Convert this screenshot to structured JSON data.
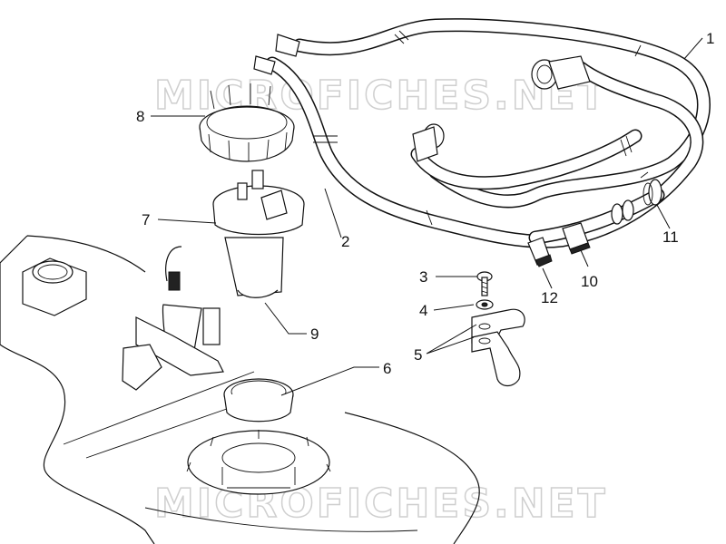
{
  "watermark": {
    "top": "MICROFICHES.NET",
    "bottom": "MICROFICHES.NET"
  },
  "callouts": [
    {
      "id": "1",
      "label": "1"
    },
    {
      "id": "2",
      "label": "2"
    },
    {
      "id": "3",
      "label": "3"
    },
    {
      "id": "4",
      "label": "4"
    },
    {
      "id": "5",
      "label": "5"
    },
    {
      "id": "6",
      "label": "6"
    },
    {
      "id": "7",
      "label": "7"
    },
    {
      "id": "8",
      "label": "8"
    },
    {
      "id": "9",
      "label": "9"
    },
    {
      "id": "10",
      "label": "10"
    },
    {
      "id": "11",
      "label": "11"
    },
    {
      "id": "12",
      "label": "12"
    }
  ]
}
